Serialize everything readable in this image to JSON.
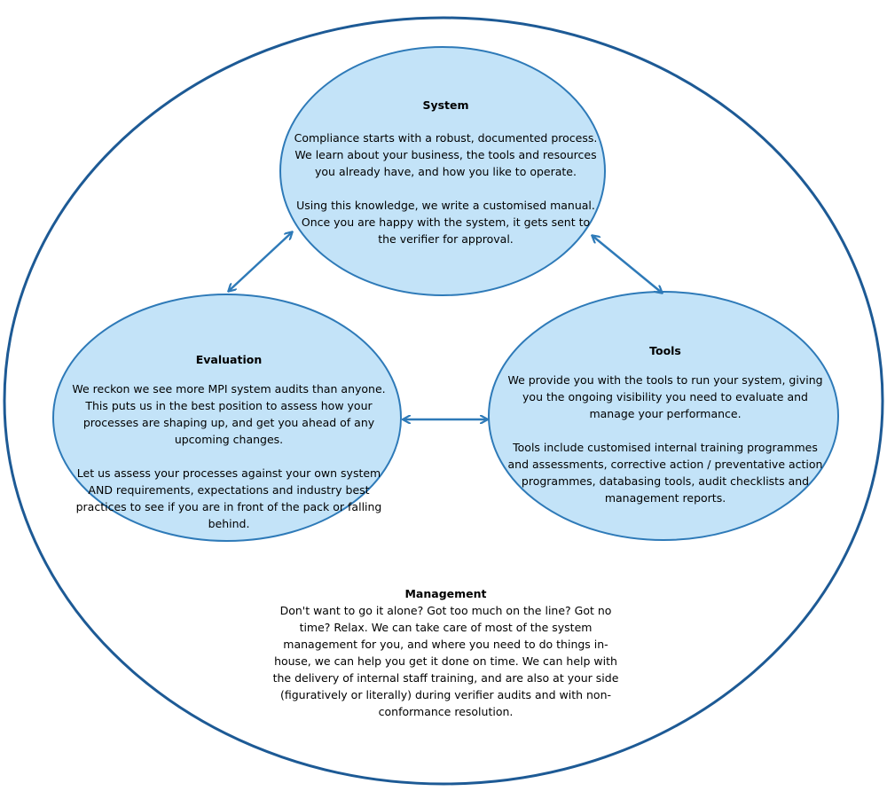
{
  "colors": {
    "ellipse_fill": "#c3e3f8",
    "ellipse_stroke": "#2e7ab8",
    "arrow": "#2e7ab8",
    "outer_stroke": "#1d5a95"
  },
  "system": {
    "title": "System",
    "p1": "Compliance starts with a robust, documented process. We learn about your business, the tools and resources you already have, and how you like to operate.",
    "p2": "Using this knowledge, we write a customised manual. Once you are happy with the system, it gets sent to the verifier for approval."
  },
  "evaluation": {
    "title": "Evaluation",
    "p1": "We reckon we see more MPI system audits than anyone. This puts us in the best position to assess how your processes are shaping up, and get you ahead of any upcoming changes.",
    "p2": "Let us assess your processes against your own system AND requirements, expectations and industry best practices to see if you are in front of the pack or falling behind."
  },
  "tools": {
    "title": "Tools",
    "p1": "We provide you with the tools to run your system, giving you the ongoing visibility you need to evaluate and manage your performance.",
    "p2": "Tools include customised internal training programmes and assessments, corrective action / preventative action programmes, databasing tools, audit checklists and management reports."
  },
  "management": {
    "title": "Management",
    "text": "Don't want to go it alone? Got too much on the line? Got no time? Relax. We can take care of most of the system management for you, and where you need to do things in-house, we can help you get it done on time. We can help with the delivery of internal staff training, and are also at your side (figuratively or literally) during verifier audits and with non-conformance resolution."
  }
}
